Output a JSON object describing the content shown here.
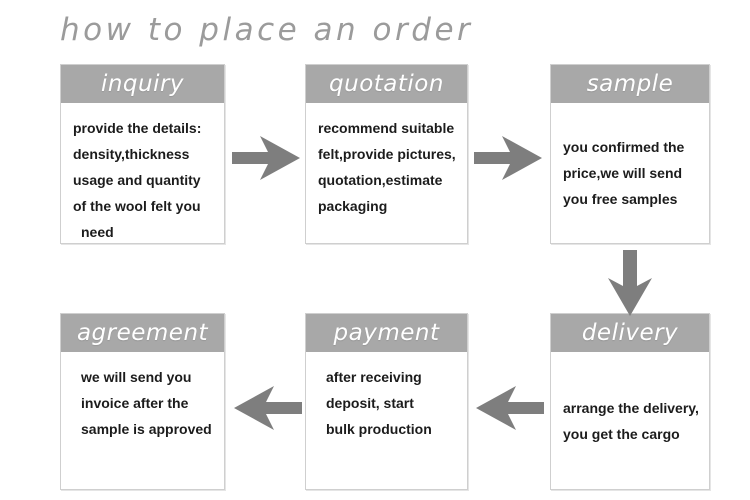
{
  "title": "how to place an order",
  "colors": {
    "header_gray": "#a8a8a8",
    "title_gray": "#9b9b9b",
    "arrow_gray": "#7e7e7e",
    "body_text": "#1c1c1c",
    "box_border": "#cfcfcf",
    "background": "#ffffff"
  },
  "nodes": {
    "inquiry": {
      "header": "inquiry",
      "lines": [
        "provide the details:",
        "density,thickness",
        "usage and quantity",
        "of the wool felt you",
        "need"
      ]
    },
    "quotation": {
      "header": "quotation",
      "lines": [
        "recommend suitable",
        "felt,provide pictures,",
        "quotation,estimate",
        "packaging"
      ]
    },
    "sample": {
      "header": "sample",
      "lines": [
        "you confirmed the",
        "price,we will send",
        "you free samples"
      ]
    },
    "delivery": {
      "header": "delivery",
      "lines": [
        "arrange the delivery,",
        "you get the cargo"
      ]
    },
    "payment": {
      "header": "payment",
      "lines": [
        "after receiving",
        "deposit, start",
        "bulk production"
      ]
    },
    "agreement": {
      "header": "agreement",
      "lines": [
        "we will send you",
        "invoice after the",
        "sample is approved"
      ]
    }
  },
  "arrows": [
    {
      "name": "inquiry-to-quotation",
      "direction": "right"
    },
    {
      "name": "quotation-to-sample",
      "direction": "right"
    },
    {
      "name": "sample-to-delivery",
      "direction": "down"
    },
    {
      "name": "delivery-to-payment",
      "direction": "left"
    },
    {
      "name": "payment-to-agreement",
      "direction": "left"
    }
  ],
  "flow_order": [
    "inquiry",
    "quotation",
    "sample",
    "delivery",
    "payment",
    "agreement"
  ]
}
